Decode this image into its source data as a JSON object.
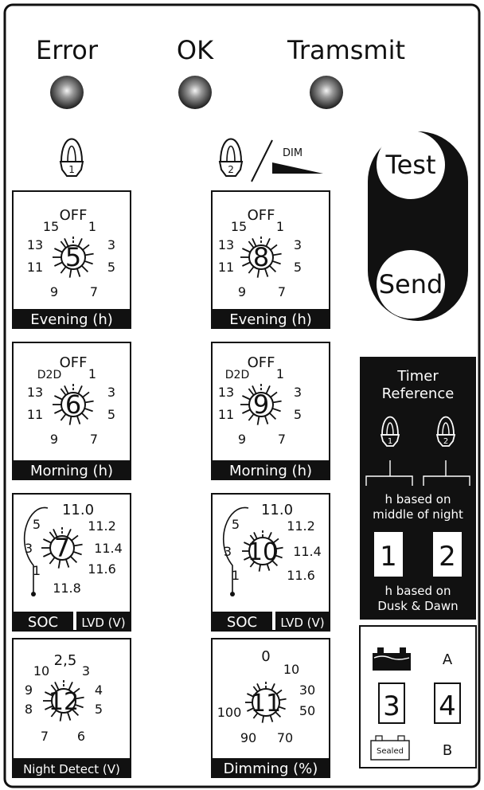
{
  "leds": {
    "error": "Error",
    "ok": "OK",
    "transmit": "Tramsmit"
  },
  "buttons": {
    "test": "Test",
    "send": "Send"
  },
  "lamp_icons": {
    "lamp1": "1",
    "lamp2": "2",
    "dim": "DIM"
  },
  "dials": {
    "evening1": {
      "value": "5",
      "caption": "Evening (h)",
      "labels": [
        "OFF",
        "15",
        "1",
        "13",
        "3",
        "11",
        "5",
        "9",
        "7"
      ]
    },
    "evening2": {
      "value": "8",
      "caption": "Evening (h)",
      "labels": [
        "OFF",
        "15",
        "1",
        "13",
        "3",
        "11",
        "5",
        "9",
        "7"
      ]
    },
    "morning1": {
      "value": "6",
      "caption": "Morning (h)",
      "labels": [
        "OFF",
        "D2D",
        "1",
        "13",
        "3",
        "11",
        "5",
        "9",
        "7"
      ]
    },
    "morning2": {
      "value": "9",
      "caption": "Morning (h)",
      "labels": [
        "OFF",
        "D2D",
        "1",
        "13",
        "3",
        "11",
        "5",
        "9",
        "7"
      ]
    },
    "soc1": {
      "value": "7",
      "caption_soc": "SOC",
      "caption_lvd": "LVD (V)",
      "labels": [
        "11.0",
        "5",
        "11.2",
        "3",
        "11.4",
        "1",
        "11.6",
        "11.8"
      ]
    },
    "soc2": {
      "value": "10",
      "caption_soc": "SOC",
      "caption_lvd": "LVD (V)",
      "labels": [
        "11.0",
        "5",
        "11.2",
        "3",
        "11.4",
        "1",
        "11.6"
      ]
    },
    "night": {
      "value": "12",
      "caption": "Night Detect (V)",
      "labels": [
        "2,5",
        "10",
        "3",
        "9",
        "4",
        "8",
        "5",
        "7",
        "6"
      ]
    },
    "dimming": {
      "value": "11",
      "caption": "Dimming (%)",
      "labels": [
        "0",
        "10",
        "30",
        "50",
        "100",
        "90",
        "70"
      ]
    }
  },
  "timer_reference": {
    "title_line1": "Timer",
    "title_line2": "Reference",
    "lamp1": "1",
    "lamp2": "2",
    "middle_line1": "h based on",
    "middle_line2": "middle of night",
    "switch1": "1",
    "switch2": "2",
    "dusk_line1": "h based on",
    "dusk_line2": "Dusk & Dawn"
  },
  "battery": {
    "label_a": "A",
    "label_b": "B",
    "switch3": "3",
    "switch4": "4",
    "sealed": "Sealed"
  }
}
